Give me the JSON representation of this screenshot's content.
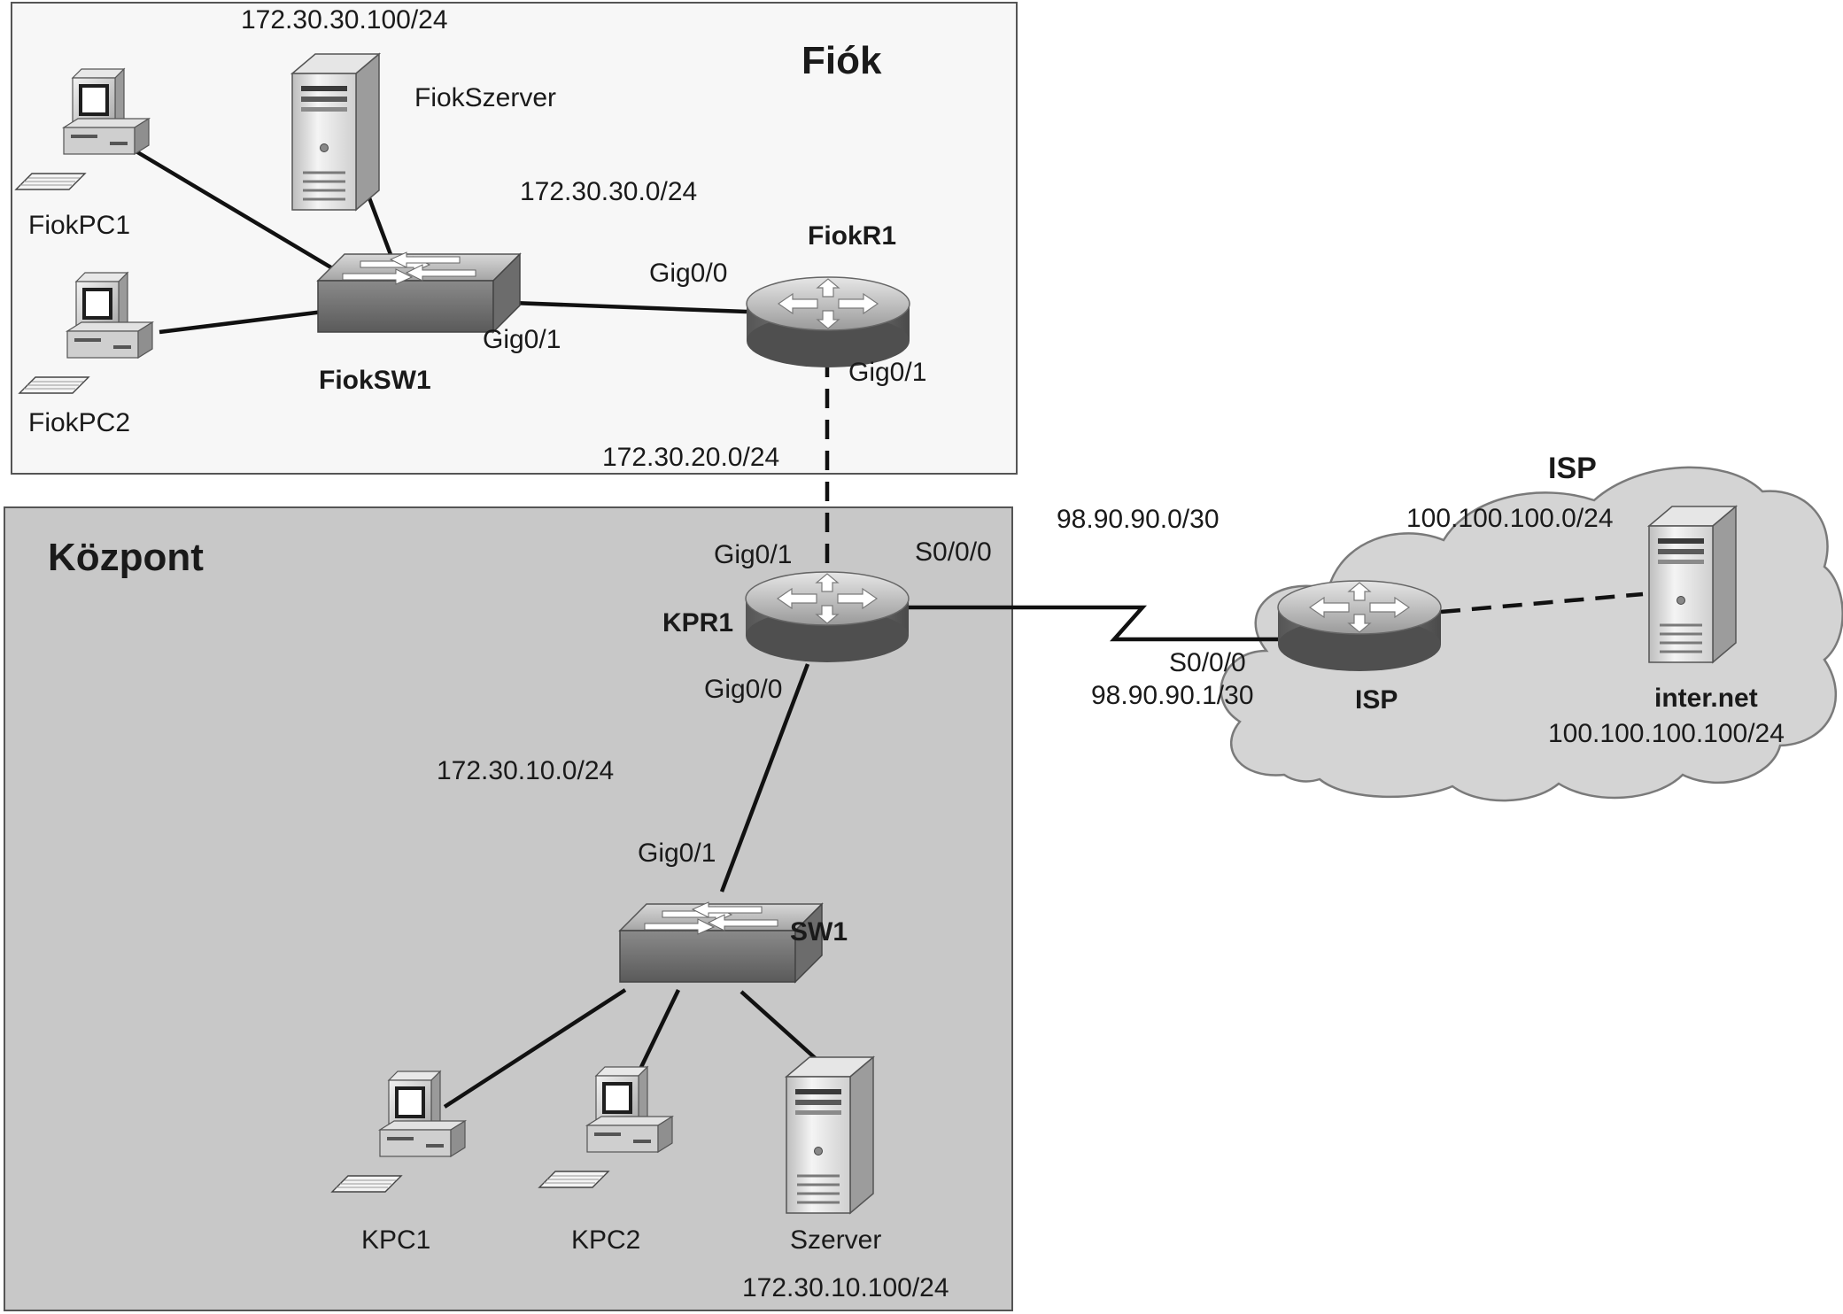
{
  "zones": {
    "branch": {
      "title": "Fiók"
    },
    "hq": {
      "title": "Központ"
    },
    "isp": {
      "title": "ISP"
    }
  },
  "devices": {
    "fiokpc1": "FiokPC1",
    "fiokpc2": "FiokPC2",
    "fiokszerver": "FiokSzerver",
    "fiokszerver_ip": "172.30.30.100/24",
    "fioksw1": "FiokSW1",
    "fiokr1": "FiokR1",
    "kpr1": "KPR1",
    "sw1": "SW1",
    "kpc1": "KPC1",
    "kpc2": "KPC2",
    "szerver": "Szerver",
    "szerver_ip": "172.30.10.100/24",
    "isp_router": "ISP",
    "internet_server": "inter.net",
    "internet_server_ip": "100.100.100.100/24"
  },
  "networks": {
    "branch_lan": "172.30.30.0/24",
    "branch_hq_link": "172.30.20.0/24",
    "hq_lan": "172.30.10.0/24",
    "wan": "98.90.90.0/30",
    "isp_lan": "100.100.100.0/24"
  },
  "interfaces": {
    "fiokr1_gig00": "Gig0/0",
    "fioksw1_gig01": "Gig0/1",
    "fiokr1_gig01": "Gig0/1",
    "kpr1_gig01": "Gig0/1",
    "kpr1_s000": "S0/0/0",
    "kpr1_gig00": "Gig0/0",
    "sw1_gig01": "Gig0/1",
    "isp_s000": "S0/0/0",
    "isp_s000_ip": "98.90.90.1/30"
  },
  "colors": {
    "branch_bg": "#f7f7f7",
    "hq_bg": "#c8c8c8",
    "cloud_bg": "#d4d4d4",
    "device_dark": "#6a6a6a",
    "device_light": "#dcdcdc"
  }
}
